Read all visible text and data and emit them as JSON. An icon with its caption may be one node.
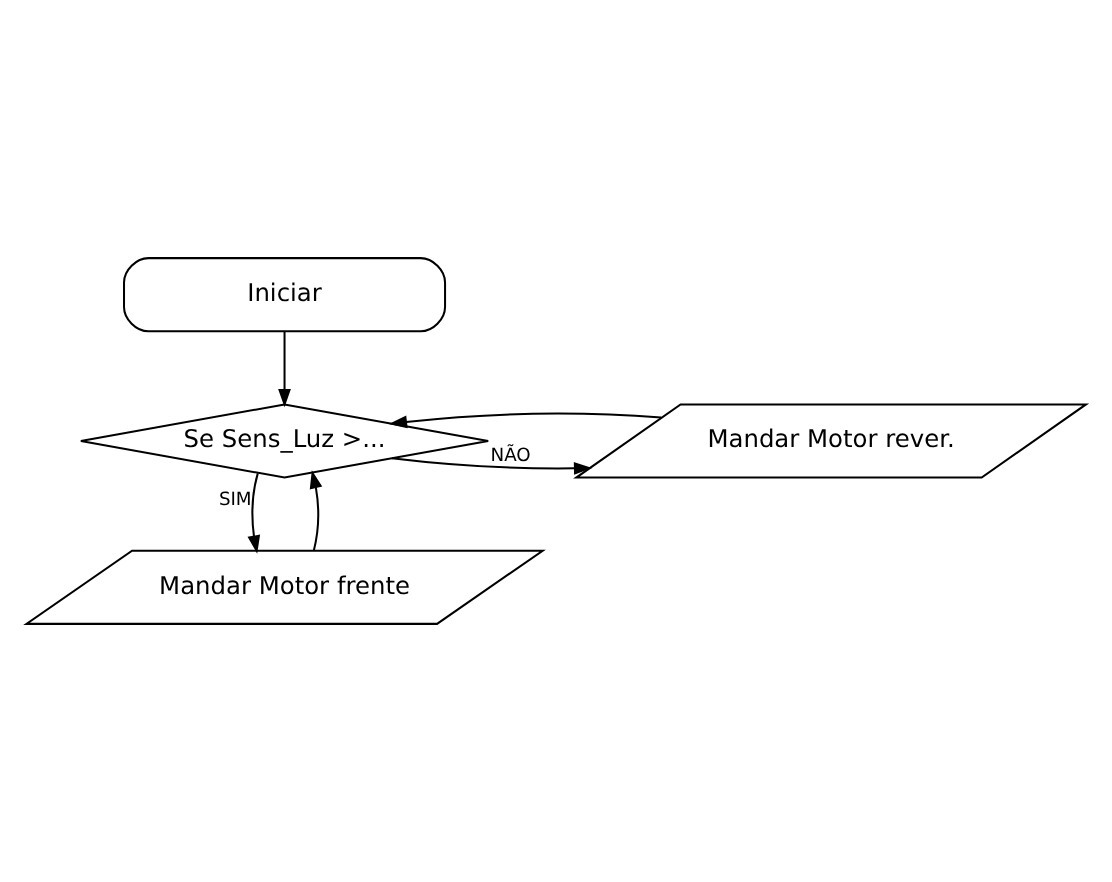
{
  "diagram": {
    "nodes": [
      {
        "text": [
          "Iniciar"
        ]
      },
      {
        "text": [
          "Se Sens_Luz >..."
        ]
      },
      {
        "text": [
          "Mandar Motor rever."
        ]
      },
      {
        "text": [
          "Mandar Motor frente"
        ]
      }
    ],
    "edges": [
      {
        "from": 0,
        "to": 1,
        "arrow": "to"
      },
      {
        "from": 1,
        "to": 2,
        "arrow": "to",
        "label": "NÃO"
      },
      {
        "from": 1,
        "to": 3,
        "arrow": "to",
        "label": "SIM"
      },
      {
        "from": 2,
        "to": 1,
        "arrow": "to"
      },
      {
        "from": 3,
        "to": 1,
        "arrow": "to"
      }
    ]
  }
}
